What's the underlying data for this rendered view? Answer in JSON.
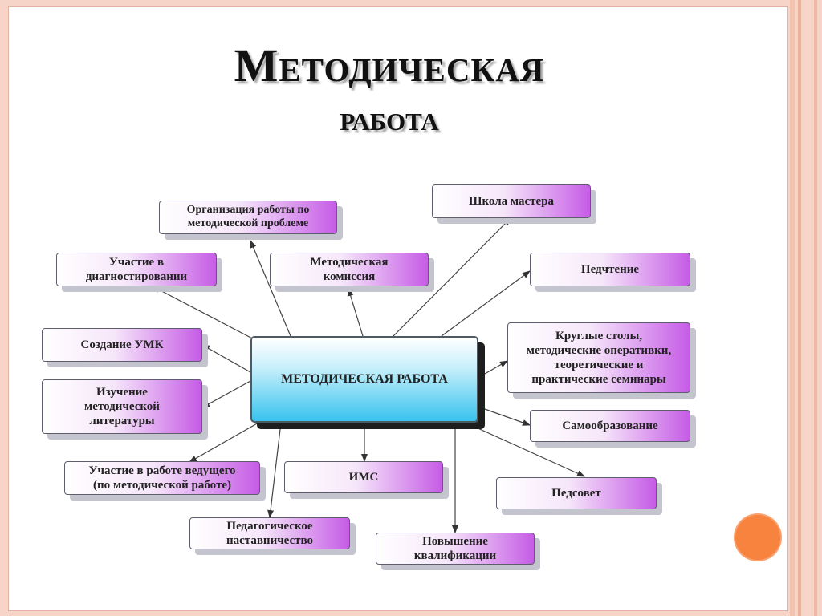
{
  "slide": {
    "title_line1": "Методическая",
    "title_line2": "работа"
  },
  "diagram": {
    "center": "МЕТОДИЧЕСКАЯ РАБОТА",
    "nodes": {
      "org": [
        "Организация работы по",
        "методической проблеме"
      ],
      "school": [
        "Школа мастера"
      ],
      "diag": [
        "Участие в",
        "диагностировании"
      ],
      "commission": [
        "Методическая",
        "комиссия"
      ],
      "reading": [
        "Педчтение"
      ],
      "umk": [
        "Создание УМК"
      ],
      "round": [
        "Круглые столы,",
        "методические оперативки,",
        "теоретические и",
        "практические семинары"
      ],
      "study": [
        "Изучение",
        "методической",
        "литературы"
      ],
      "self": [
        "Самообразование"
      ],
      "leader": [
        "Участие в работе ведущего",
        "(по методической работе)"
      ],
      "ims": [
        "ИМС"
      ],
      "council": [
        "Педсовет"
      ],
      "mentor": [
        "Педагогическое",
        "наставничество"
      ],
      "qual": [
        "Повышение",
        "квалификации"
      ]
    }
  },
  "colors": {
    "accent_purple": "#c65ce6",
    "center_blue": "#38c3ee",
    "frame_peach": "#f6d5c8",
    "circle_orange": "#f7833f"
  }
}
